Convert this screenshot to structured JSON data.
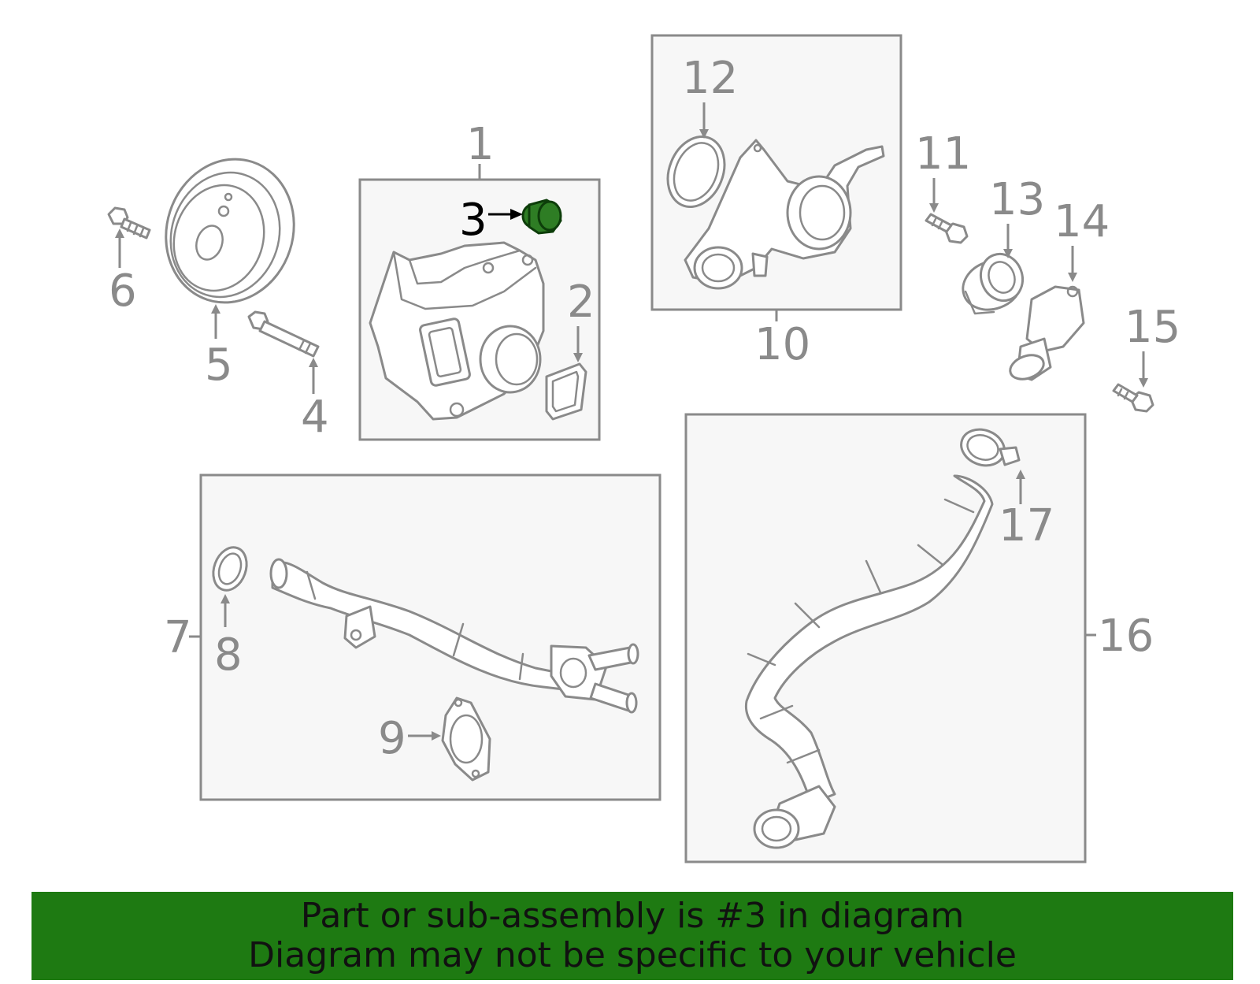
{
  "diagram": {
    "highlighted_part": "3",
    "callouts": [
      "1",
      "2",
      "3",
      "4",
      "5",
      "6",
      "7",
      "8",
      "9",
      "10",
      "11",
      "12",
      "13",
      "14",
      "15",
      "16",
      "17"
    ],
    "colors": {
      "line": "#8a8a8a",
      "highlight": "#2e7d24",
      "banner": "#1e7a12",
      "box_fill": "#f7f7f7"
    }
  },
  "banner": {
    "line1": "Part or sub-assembly is #3 in diagram",
    "line2": "Diagram may not be specific to your vehicle"
  }
}
